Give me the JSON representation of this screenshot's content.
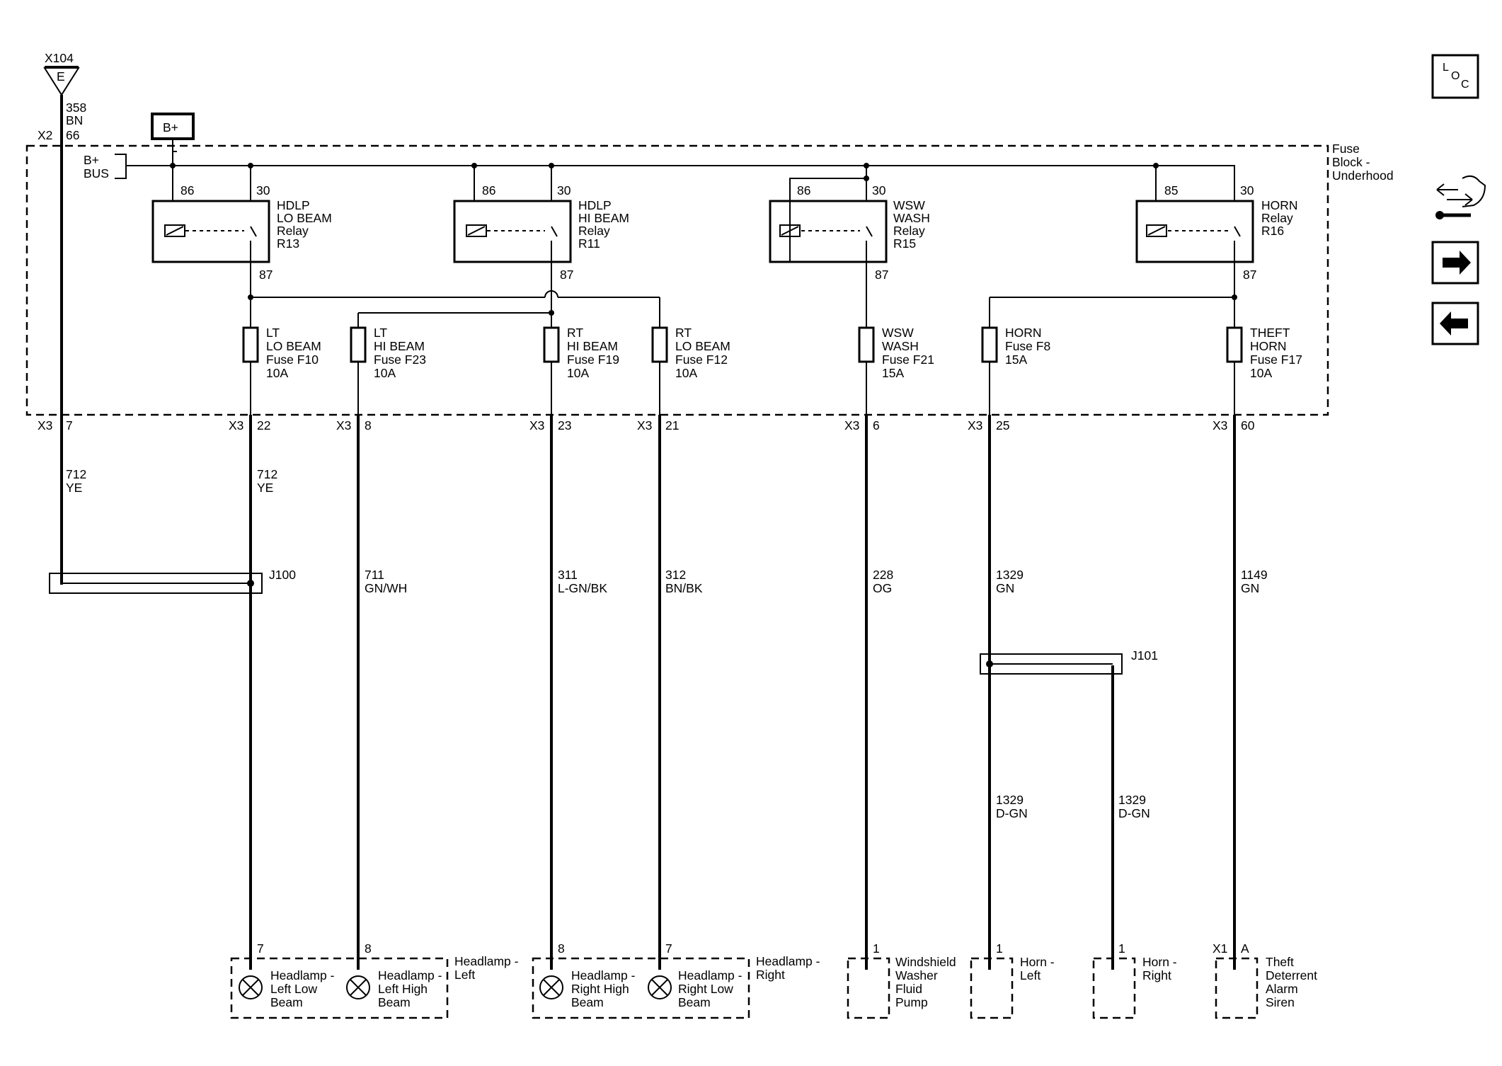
{
  "ground": {
    "id": "X104",
    "letter": "E",
    "wire": [
      "358",
      "BN"
    ],
    "x2_conn": "X2",
    "x2_pin": "66"
  },
  "bplus": {
    "label": "B+",
    "bus": [
      "B+",
      "BUS"
    ]
  },
  "fuse_block": [
    "Fuse",
    "Block -",
    "Underhood"
  ],
  "relays": [
    {
      "c1": "86",
      "c2": "30",
      "c3": "87",
      "lines": [
        "HDLP",
        "LO BEAM",
        "Relay",
        "R13"
      ]
    },
    {
      "c1": "86",
      "c2": "30",
      "c3": "87",
      "lines": [
        "HDLP",
        "HI BEAM",
        "Relay",
        "R11"
      ]
    },
    {
      "c1": "86",
      "c2": "30",
      "c3": "87",
      "lines": [
        "WSW",
        "WASH",
        "Relay",
        "R15"
      ]
    },
    {
      "c1": "85",
      "c2": "30",
      "c3": "87",
      "lines": [
        "HORN",
        "Relay",
        "R16"
      ]
    }
  ],
  "fuses": [
    [
      "LT",
      "LO BEAM",
      "Fuse F10",
      "10A"
    ],
    [
      "LT",
      "HI BEAM",
      "Fuse F23",
      "10A"
    ],
    [
      "RT",
      "HI BEAM",
      "Fuse F19",
      "10A"
    ],
    [
      "RT",
      "LO BEAM",
      "Fuse F12",
      "10A"
    ],
    [
      "WSW",
      "WASH",
      "Fuse F21",
      "15A"
    ],
    [
      "HORN",
      "Fuse F8",
      "15A"
    ],
    [
      "THEFT",
      "HORN",
      "Fuse F17",
      "10A"
    ]
  ],
  "x3_conn": "X3",
  "x3_pins": [
    "7",
    "22",
    "8",
    "23",
    "21",
    "6",
    "25",
    "60"
  ],
  "wires_upper": [
    [
      "712",
      "YE"
    ],
    [
      "712",
      "YE"
    ]
  ],
  "splices": {
    "j100": "J100",
    "j101": "J101"
  },
  "wires_mid": [
    [
      "711",
      "GN/WH"
    ],
    [
      "311",
      "L-GN/BK"
    ],
    [
      "312",
      "BN/BK"
    ],
    [
      "228",
      "OG"
    ],
    [
      "1329",
      "GN"
    ],
    [
      "1149",
      "GN"
    ]
  ],
  "wires_lower": [
    [
      "1329",
      "D-GN"
    ],
    [
      "1329",
      "D-GN"
    ]
  ],
  "comp_pins": [
    "7",
    "8",
    "8",
    "7",
    "1",
    "1",
    "1",
    "A"
  ],
  "x1_conn": "X1",
  "components": {
    "hl_left_low": [
      "Headlamp -",
      "Left Low",
      "Beam"
    ],
    "hl_left_high": [
      "Headlamp -",
      "Left High",
      "Beam"
    ],
    "hl_left": [
      "Headlamp -",
      "Left"
    ],
    "hl_right_high": [
      "Headlamp -",
      "Right High",
      "Beam"
    ],
    "hl_right_low": [
      "Headlamp -",
      "Right Low",
      "Beam"
    ],
    "hl_right": [
      "Headlamp -",
      "Right"
    ],
    "washer": [
      "Windshield",
      "Washer",
      "Fluid",
      "Pump"
    ],
    "horn_left": [
      "Horn -",
      "Left"
    ],
    "horn_right": [
      "Horn -",
      "Right"
    ],
    "siren": [
      "Theft",
      "Deterrent",
      "Alarm",
      "Siren"
    ]
  },
  "nav": {
    "loc": [
      "L",
      "O",
      "C"
    ],
    "icons": [
      "connector-icon",
      "arrow-right-icon",
      "arrow-left-icon"
    ]
  }
}
